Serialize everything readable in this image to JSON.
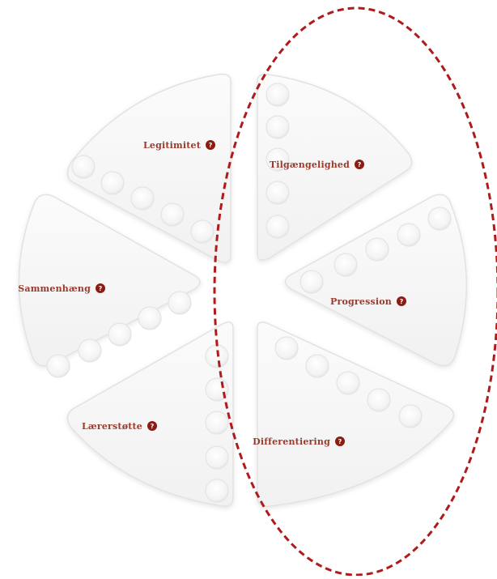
{
  "colors": {
    "label": "#9a3a2c",
    "info_dot": "#8b1c14",
    "highlight": "#b11a1a",
    "segment_fill": "#f7f7f7",
    "segment_stroke": "#e2e2e2",
    "slot_fill": "#ffffff",
    "slot_stroke": "#e4e4e4"
  },
  "segments": [
    {
      "id": "legitimitet",
      "label": "Legitimitet",
      "icon": "info-icon",
      "slots": 5
    },
    {
      "id": "tilgaengelighed",
      "label": "Tilgængelighed",
      "icon": "info-icon",
      "slots": 5
    },
    {
      "id": "progression",
      "label": "Progression",
      "icon": "info-icon",
      "slots": 5
    },
    {
      "id": "differentiering",
      "label": "Differentiering",
      "icon": "info-icon",
      "slots": 5
    },
    {
      "id": "laererstotte",
      "label": "Lærerstøtte",
      "icon": "info-icon",
      "slots": 5
    },
    {
      "id": "sammenhaeng",
      "label": "Sammenhæng",
      "icon": "info-icon",
      "slots": 5
    }
  ],
  "highlight": {
    "style": "dashed-ellipse",
    "covers": [
      "tilgaengelighed",
      "progression",
      "differentiering"
    ]
  }
}
